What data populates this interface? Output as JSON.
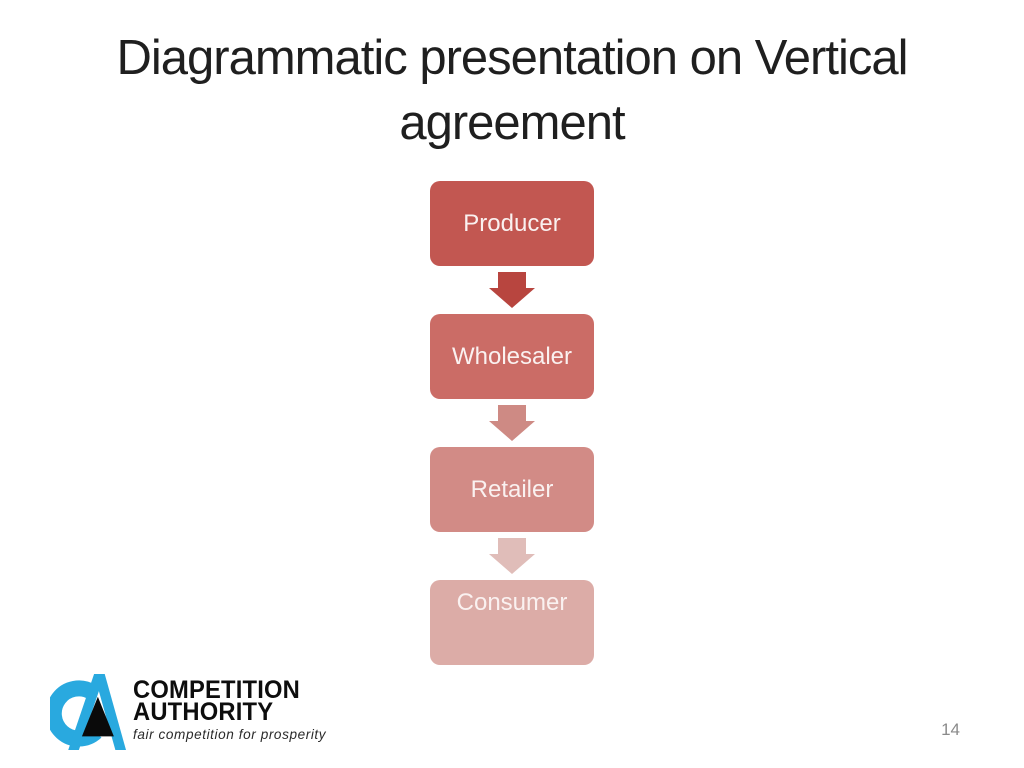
{
  "slide": {
    "title": {
      "line1": "Diagrammatic presentation on Vertical",
      "line2": "agreement"
    }
  },
  "diagram": {
    "type": "vertical-process-flow",
    "steps": [
      {
        "label": "Producer",
        "fill": "#C25751",
        "text_color": "#FAF1F0"
      },
      {
        "label": "Wholesaler",
        "fill": "#CB6C66",
        "text_color": "#FAF1F0"
      },
      {
        "label": "Retailer",
        "fill": "#D28B86",
        "text_color": "#FAF1F0"
      },
      {
        "label": "Consumer",
        "fill": "#DCACA7",
        "text_color": "#FAF1F0"
      }
    ],
    "arrows": [
      {
        "fill": "#B8453F"
      },
      {
        "fill": "#CE8A84"
      },
      {
        "fill": "#E0BDB9"
      }
    ]
  },
  "footer": {
    "logo": {
      "line1": "COMPETITION",
      "line2": "AUTHORITY",
      "tagline": "fair competition for prosperity",
      "mark_primary_color": "#29A9DF",
      "mark_secondary_color": "#0A0A0A"
    },
    "page_number": "14"
  }
}
